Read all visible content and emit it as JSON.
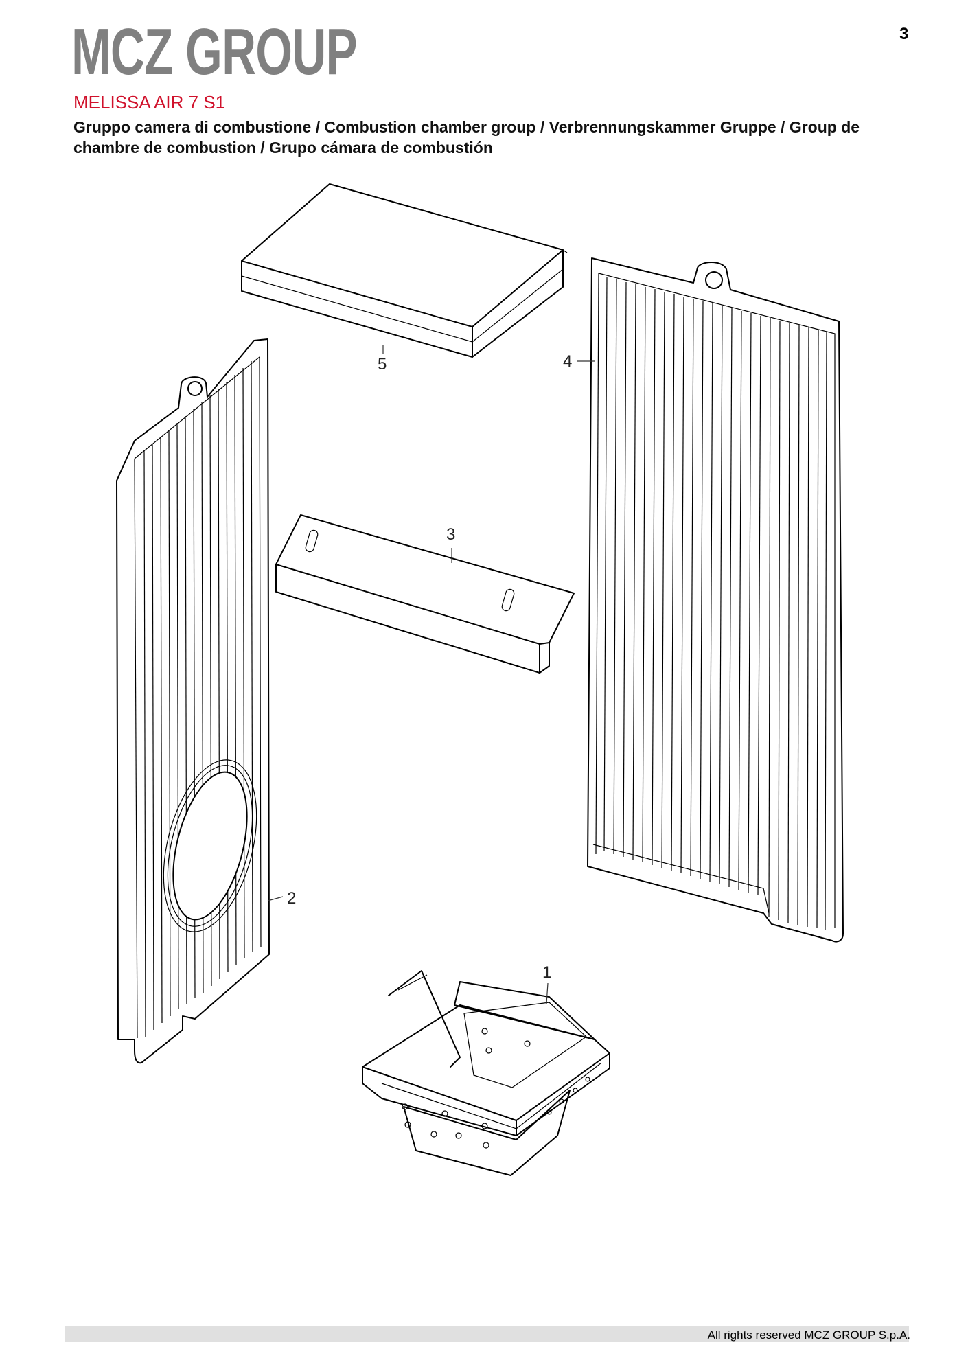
{
  "header": {
    "logo_text": "MCZ GROUP",
    "page_number": "3"
  },
  "model": {
    "name": "MELISSA AIR 7 S1",
    "description": "Gruppo camera di combustione / Combustion chamber group / Verbrennungskammer Gruppe / Group de chambre de combustion / Grupo cámara de combustión"
  },
  "parts": [
    {
      "number": "1",
      "icon": "burn-pot-icon"
    },
    {
      "number": "2",
      "icon": "left-side-panel-icon"
    },
    {
      "number": "3",
      "icon": "deflector-bracket-icon"
    },
    {
      "number": "4",
      "icon": "right-side-panel-icon"
    },
    {
      "number": "5",
      "icon": "top-baffle-icon"
    }
  ],
  "colors": {
    "title_red": "#d0112b",
    "logo_gray": "#808080",
    "footer_bar": "#e0e0e0"
  },
  "footer": {
    "copyright": "All rights reserved MCZ GROUP S.p.A."
  }
}
